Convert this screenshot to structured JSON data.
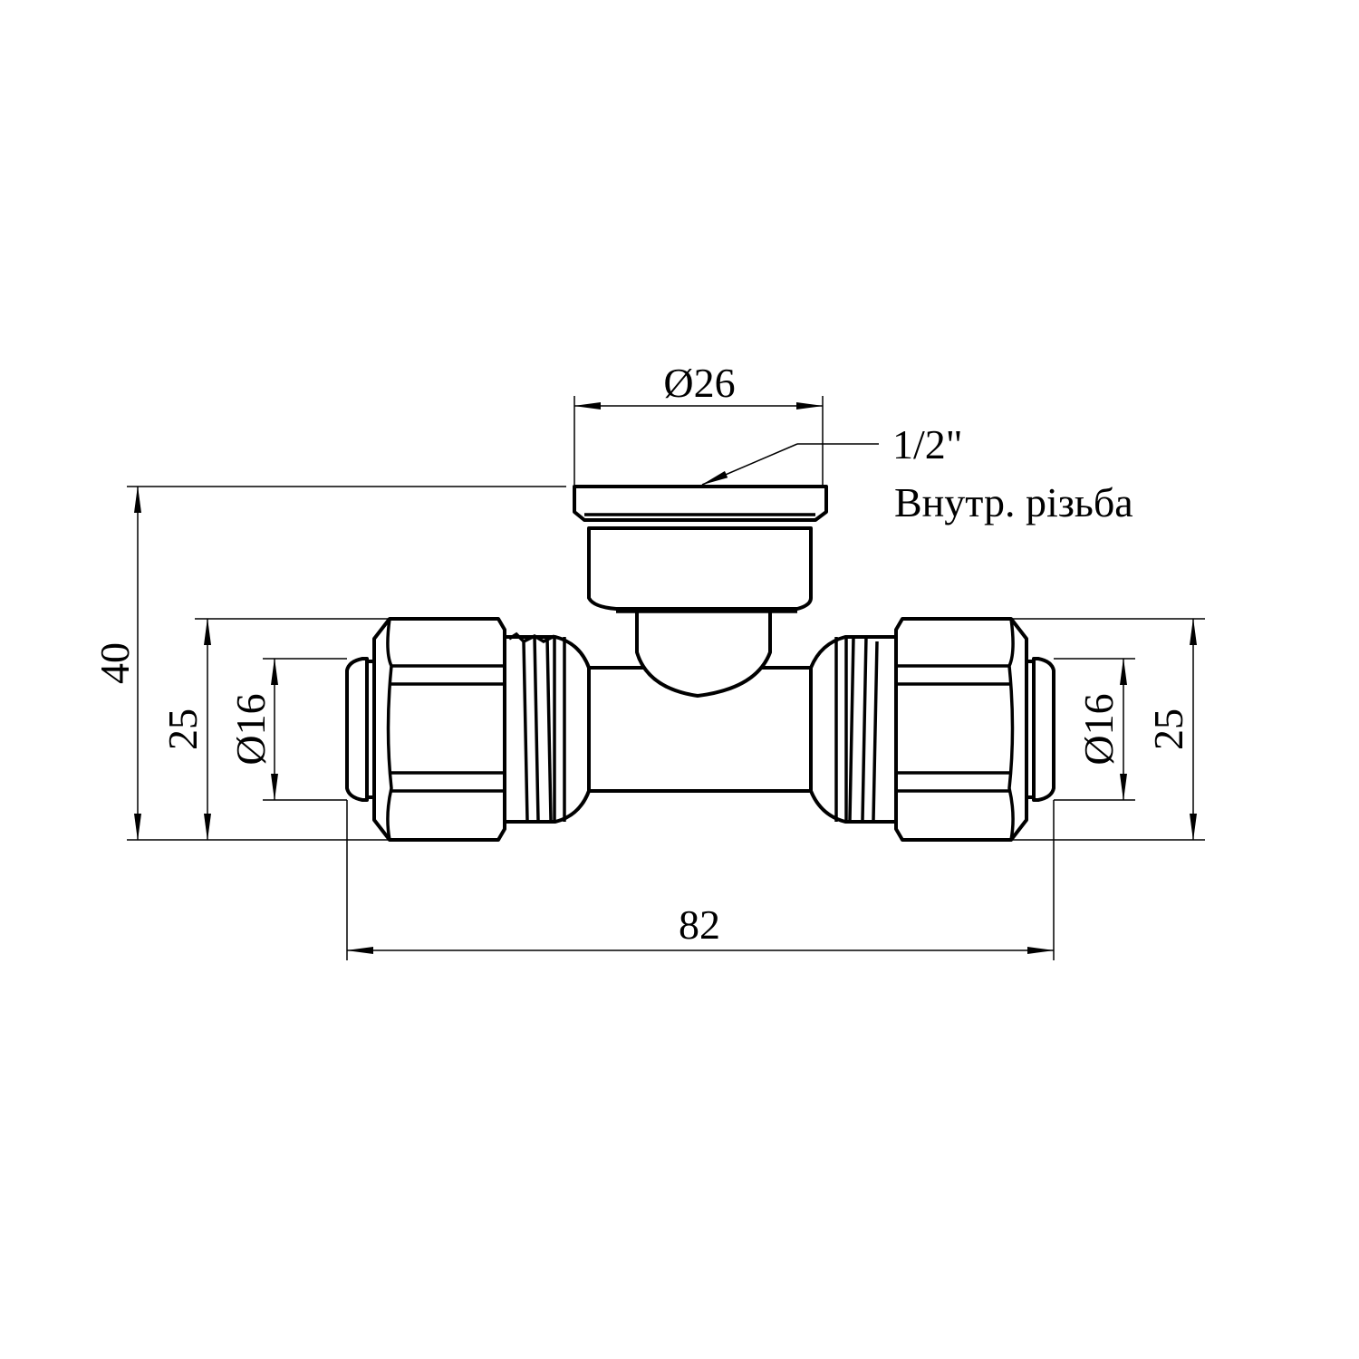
{
  "drawing": {
    "dimensions": {
      "branch_diameter": "Ø26",
      "overall_height": "40",
      "nut_size_left": "25",
      "pipe_diameter_left": "Ø16",
      "pipe_diameter_right": "Ø16",
      "nut_size_right": "25",
      "overall_length": "82"
    },
    "callout": {
      "thread_size": "1/2\"",
      "thread_type": "Внутр. різьба"
    }
  }
}
